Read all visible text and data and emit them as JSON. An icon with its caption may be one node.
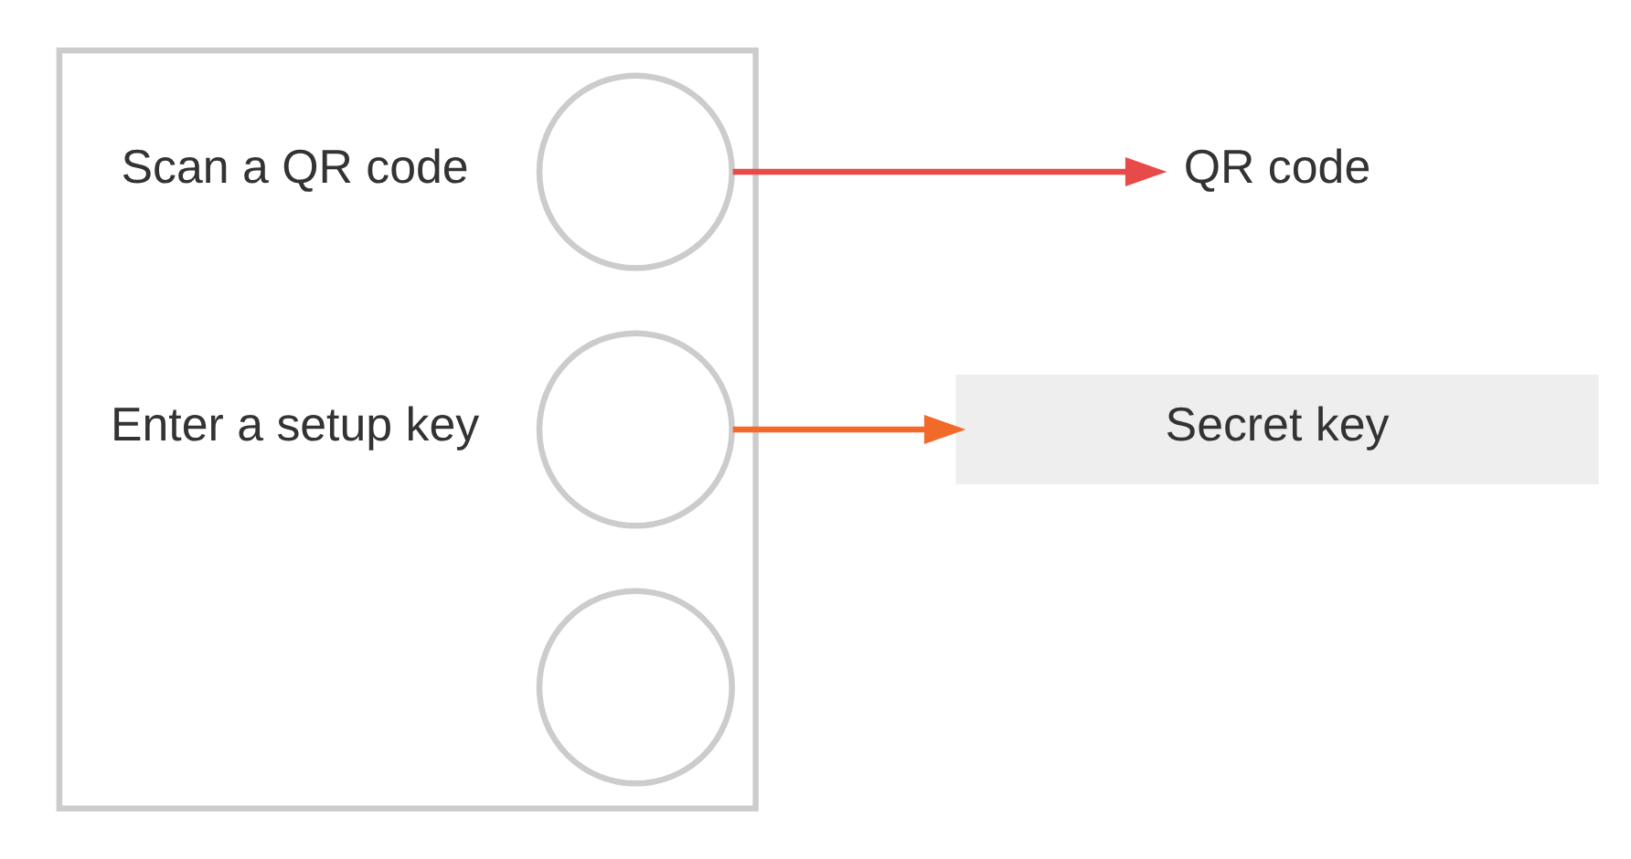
{
  "diagram": {
    "nodes": [
      {
        "text": [],
        "shape": "box"
      },
      {
        "text": [],
        "shape": "circle",
        "in": 0,
        "beside": [
          "Scan a QR code"
        ]
      },
      {
        "text": [],
        "shape": "circle",
        "in": 0,
        "beside": [
          "Enter a setup key"
        ]
      },
      {
        "text": [],
        "shape": "circle",
        "in": 0
      },
      {
        "text": [
          "QR code"
        ]
      },
      {
        "text": [
          "Secret key"
        ]
      }
    ],
    "edges": [
      {
        "from": 1,
        "to": 4,
        "arrow": "to",
        "color": "#e84a4a"
      },
      {
        "from": 2,
        "to": 5,
        "arrow": "to",
        "color": "#f26a2a"
      }
    ]
  }
}
